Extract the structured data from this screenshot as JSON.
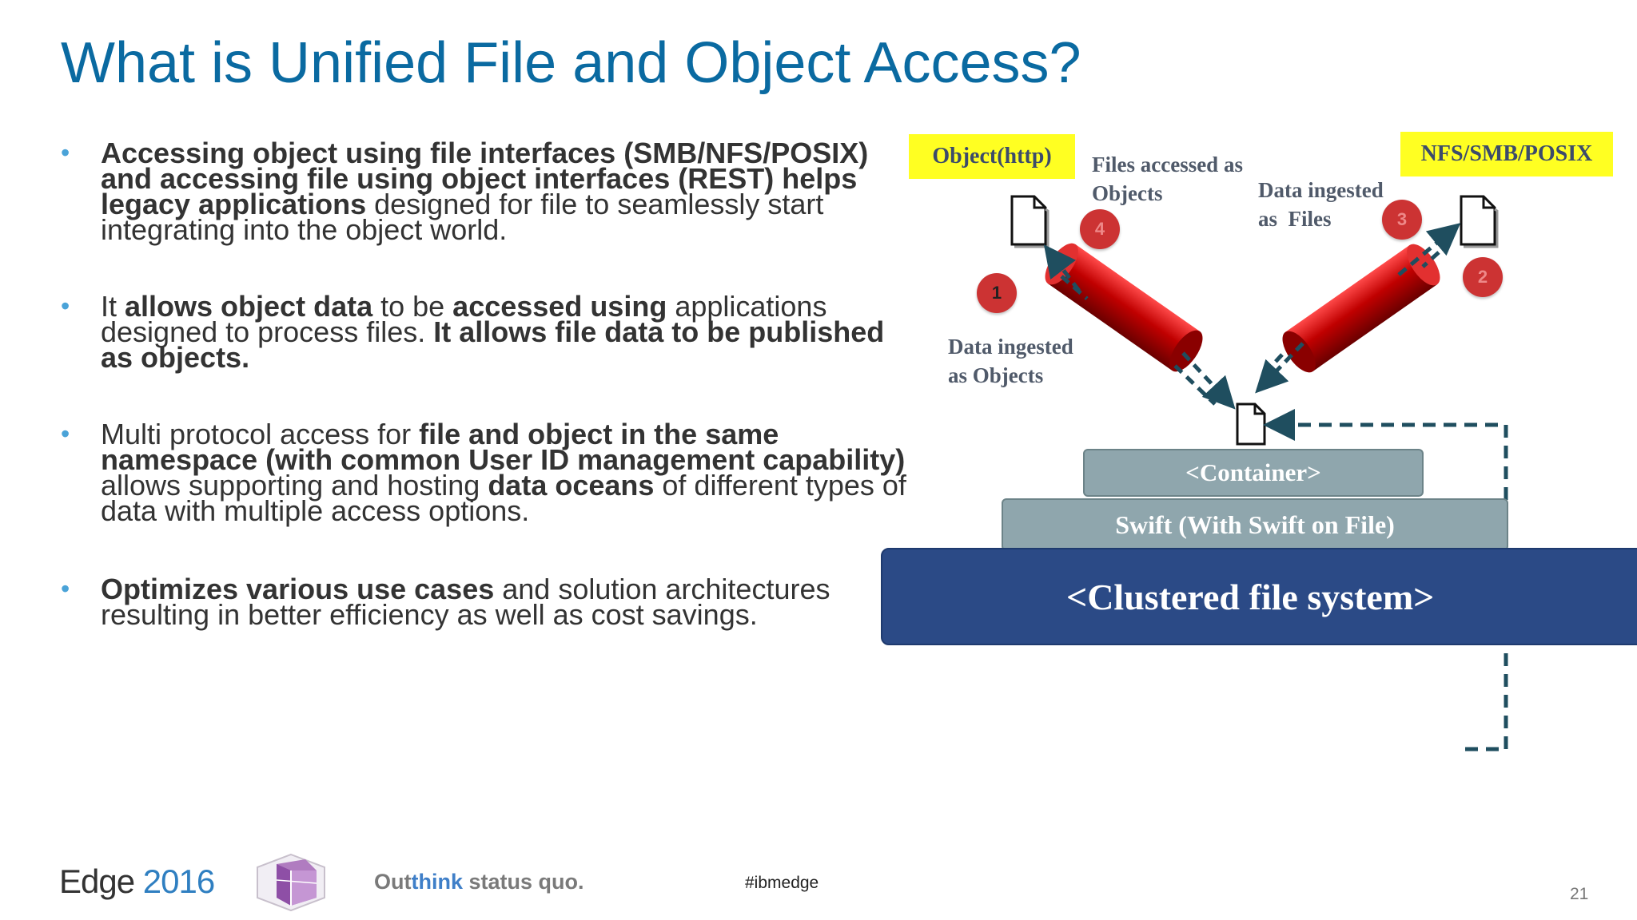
{
  "title": "What is Unified File and Object Access?",
  "bullets": [
    {
      "segments": [
        {
          "text": "Accessing object using file interfaces (SMB/NFS/POSIX) and accessing file using object interfaces (REST) helps legacy applications",
          "bold": true
        },
        {
          "text": " designed for file to seamlessly start integrating into the object world.",
          "bold": false
        }
      ]
    },
    {
      "segments": [
        {
          "text": "It ",
          "bold": false
        },
        {
          "text": "allows object data",
          "bold": true
        },
        {
          "text": " to be ",
          "bold": false
        },
        {
          "text": "accessed using",
          "bold": true
        },
        {
          "text": " applications designed to process files. ",
          "bold": false
        },
        {
          "text": "It allows file data to be published as objects.",
          "bold": true
        }
      ]
    },
    {
      "segments": [
        {
          "text": "Multi protocol access for ",
          "bold": false
        },
        {
          "text": "file and object in the same namespace (with common User ID management capability)",
          "bold": true
        },
        {
          "text": " allows supporting and hosting ",
          "bold": false
        },
        {
          "text": "data oceans",
          "bold": true
        },
        {
          "text": " of different types of data with multiple access options.",
          "bold": false
        }
      ]
    },
    {
      "segments": [
        {
          "text": "Optimizes various use cases",
          "bold": true
        },
        {
          "text": " and solution architectures resulting in better efficiency as well as cost savings.",
          "bold": false
        }
      ]
    }
  ],
  "diagram": {
    "label_object_http": "Object(http)",
    "label_nfs_smb_posix": "NFS/SMB/POSIX",
    "note_files_as_objects_1": "Files accessed as",
    "note_files_as_objects_2": "Objects",
    "note_data_as_files_1": "Data ingested",
    "note_data_as_files_2": "as  Files",
    "note_data_as_objects_1": "Data ingested",
    "note_data_as_objects_2": "as Objects",
    "badge_1": "1",
    "badge_2": "2",
    "badge_3": "3",
    "badge_4": "4",
    "container_label": "<Container>",
    "swift_label": "Swift (With Swift on File)",
    "clustered_label": "<Clustered file system>",
    "colors": {
      "highlight_yellow": "#ffff22",
      "badge_red": "#cc3333",
      "teal_block": "#8fa6ad",
      "navy_block": "#2b4a86",
      "arrow": "#1f4e5f"
    }
  },
  "footer": {
    "edge_word": "Edge",
    "edge_year": "2016",
    "tagline_1": "Out",
    "tagline_2": "think",
    "tagline_3": " status quo.",
    "hashtag": "#ibmedge",
    "page_number": "21"
  }
}
